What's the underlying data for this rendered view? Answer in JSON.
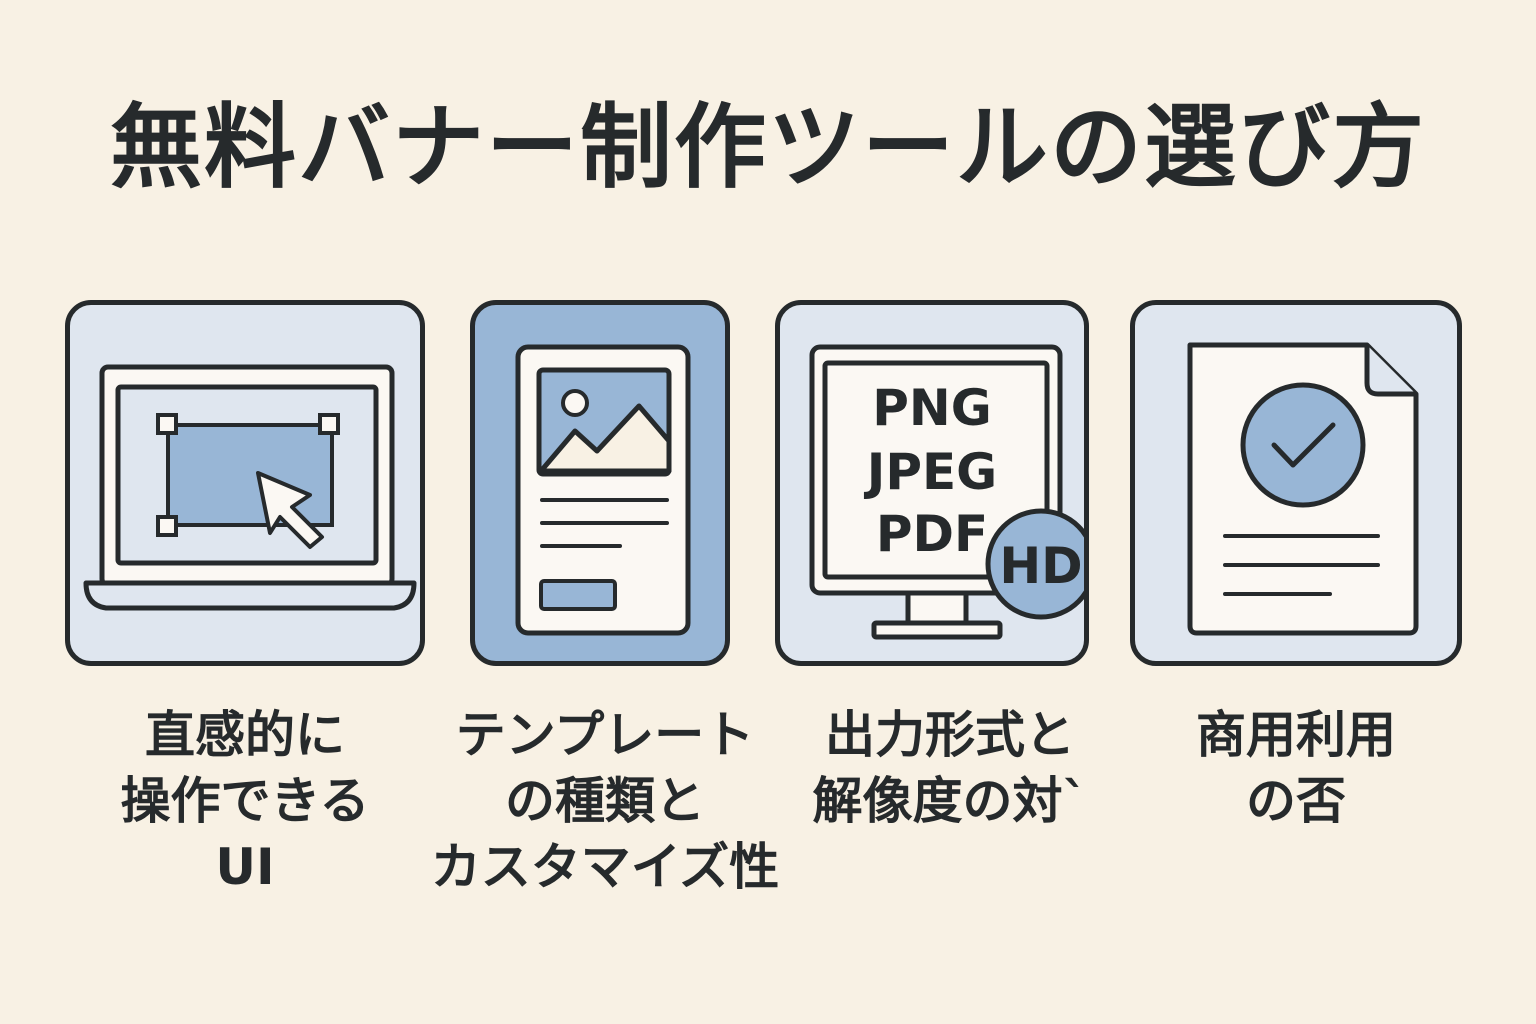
{
  "title": "無料バナー制作ツールの選び方",
  "colors": {
    "background": "#f8f1e4",
    "card_light": "#dfe6ef",
    "card_accent": "#98b6d6",
    "accent_blue": "#98b6d6",
    "paper": "#fbf8f3",
    "outline": "#262a2c"
  },
  "cards": [
    {
      "id": "intuitive-ui",
      "icon": "laptop-selection-cursor-icon",
      "label_lines": [
        "直感的に",
        "操作できる",
        "UI"
      ]
    },
    {
      "id": "templates",
      "icon": "template-document-image-icon",
      "label_lines": [
        "テンプレート",
        "の種類と",
        "カスタマイズ性"
      ]
    },
    {
      "id": "output-format",
      "icon": "monitor-formats-hd-icon",
      "formats": [
        "PNG",
        "JPEG",
        "PDF"
      ],
      "badge": "HD",
      "label_lines": [
        "出力形式と",
        "解像度の対`"
      ]
    },
    {
      "id": "commercial-use",
      "icon": "document-checkmark-icon",
      "label_lines": [
        "商用利用",
        "の否"
      ]
    }
  ]
}
